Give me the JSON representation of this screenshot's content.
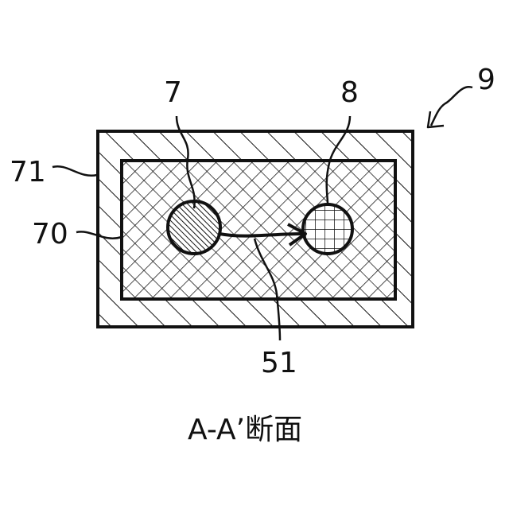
{
  "figure": {
    "labels": {
      "assembly": "9",
      "element_7": "7",
      "element_8": "8",
      "outer_layer": "71",
      "inner_layer": "70",
      "path": "51"
    },
    "caption": "A-A’断面"
  },
  "colors": {
    "line": "#111111",
    "background": "#ffffff"
  },
  "icons": {
    "arrow": "arrow-icon"
  }
}
